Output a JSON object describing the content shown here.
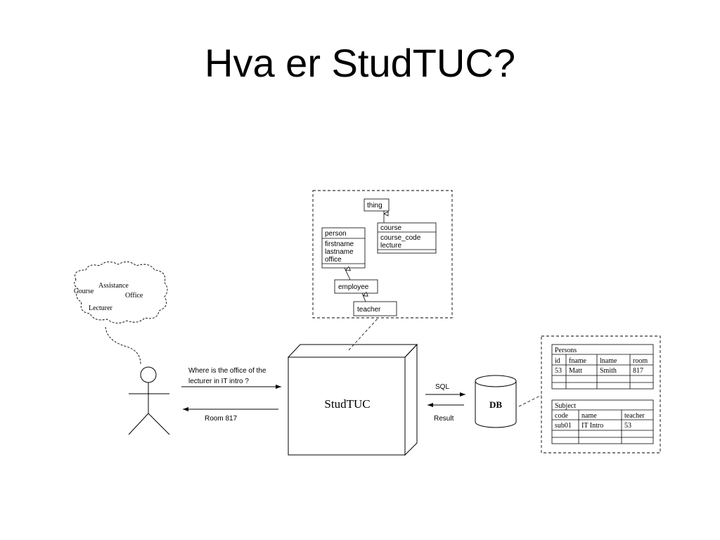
{
  "title": "Hva er StudTUC?",
  "thought_bubble": {
    "words": [
      "Assistance",
      "Course",
      "Office",
      "Lecturer"
    ]
  },
  "ontology": {
    "thing": "thing",
    "course": {
      "name": "course",
      "attributes": [
        "course_code",
        "lecture"
      ]
    },
    "person": {
      "name": "person",
      "attributes": [
        "firstname",
        "lastname",
        "office"
      ]
    },
    "employee": "employee",
    "teacher": "teacher"
  },
  "question": {
    "line1": "Where is the office of the",
    "line2": "lecturer in IT intro ?"
  },
  "answer": "Room 817",
  "system_label": "StudTUC",
  "sql_label": "SQL",
  "result_label": "Result",
  "db_label": "DB",
  "tables": {
    "persons": {
      "name": "Persons",
      "columns": [
        "id",
        "fname",
        "lname",
        "room"
      ],
      "rows": [
        [
          "53",
          "Matt",
          "Smith",
          "817"
        ],
        [
          "",
          "",
          "",
          ""
        ],
        [
          "",
          "",
          "",
          ""
        ]
      ]
    },
    "subject": {
      "name": "Subject",
      "columns": [
        "code",
        "name",
        "teacher"
      ],
      "rows": [
        [
          "sub01",
          "IT Intro",
          "53"
        ],
        [
          "",
          "",
          ""
        ],
        [
          "",
          "",
          ""
        ]
      ]
    }
  }
}
